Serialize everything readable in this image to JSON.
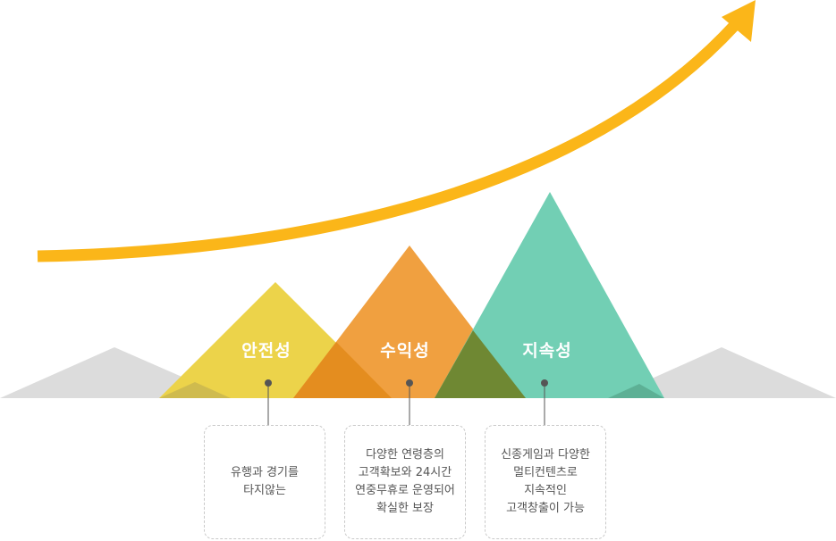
{
  "pillars": [
    {
      "title": "안전성",
      "description": "유행과 경기를\n타지않는",
      "color": "#ecd34a"
    },
    {
      "title": "수익성",
      "description": "다양한 연령층의\n고객확보와 24시간\n연중무휴로 운영되어\n확실한 보장",
      "color": "#f0a040"
    },
    {
      "title": "지속성",
      "description": "신종게임과 다양한\n멀티컨텐츠로\n지속적인\n고객창출이 가능",
      "color": "#72cfb4"
    }
  ],
  "colors": {
    "growth_arrow": "#fbb619",
    "background_mountains": "#dcdcdc",
    "connector": "#555555"
  }
}
